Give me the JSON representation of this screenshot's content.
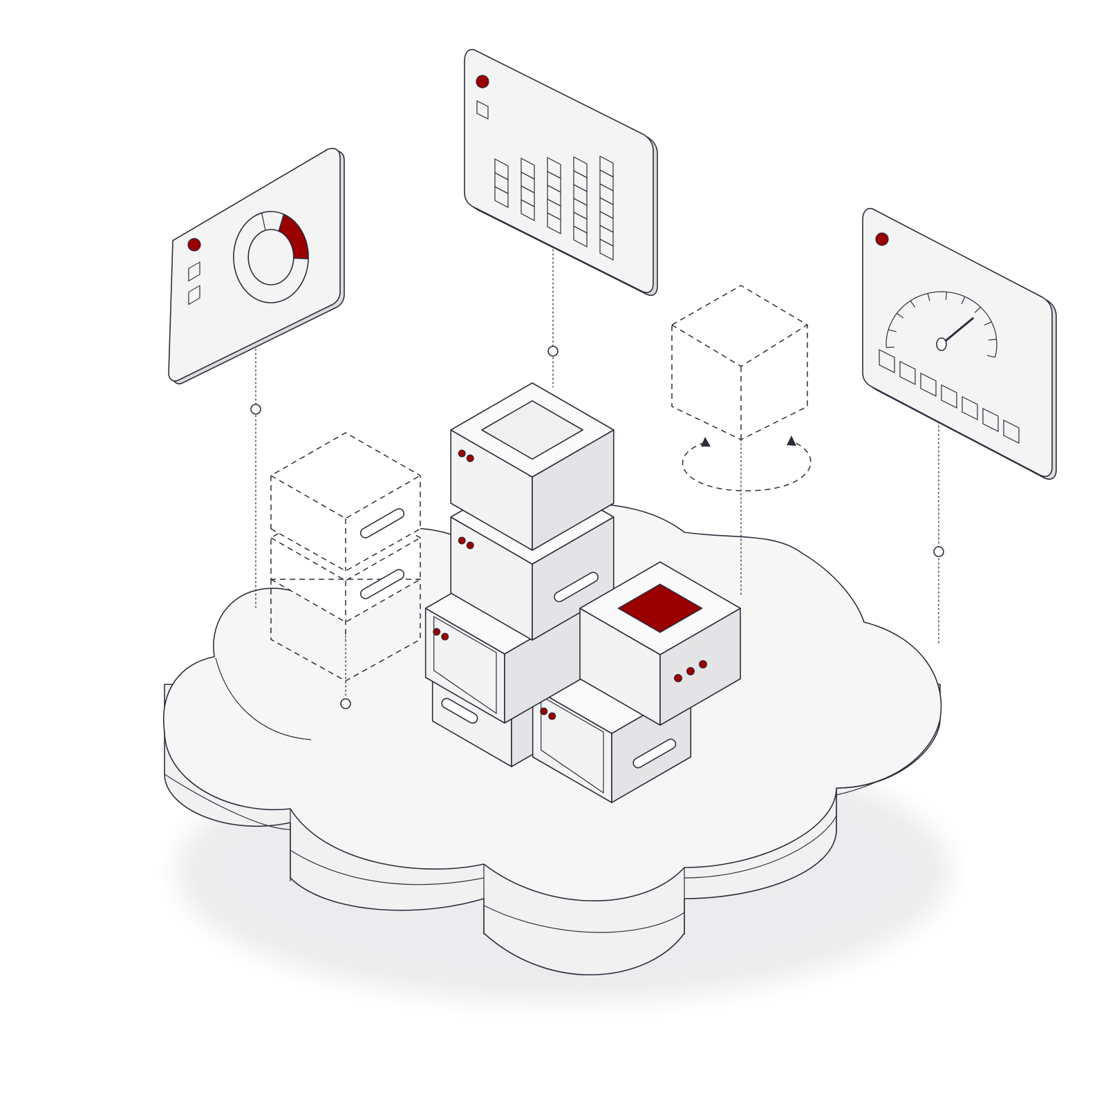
{
  "colors": {
    "accent": "#9a0000",
    "outline": "#2a2d3a",
    "surface": "#f3f3f3",
    "surface_top": "#fafafa",
    "surface_shade": "#e4e4e6",
    "background": "#ffffff"
  },
  "icons": [
    "cloud-platform-icon",
    "server-stack-icon",
    "donut-chart-panel-icon",
    "bar-chart-panel-icon",
    "gauge-panel-icon",
    "ghost-cube-icon",
    "rotation-arrows-icon"
  ],
  "panels": {
    "donut": {
      "highlight_fraction": 0.2
    },
    "bars": {
      "levels": [
        0,
        1,
        1,
        1,
        1
      ],
      "segments": [
        3,
        4,
        5,
        6,
        7
      ]
    },
    "gauge": {
      "needle_fraction": 0.72,
      "indicators": [
        0,
        0,
        0,
        0,
        1,
        1,
        1
      ]
    }
  }
}
